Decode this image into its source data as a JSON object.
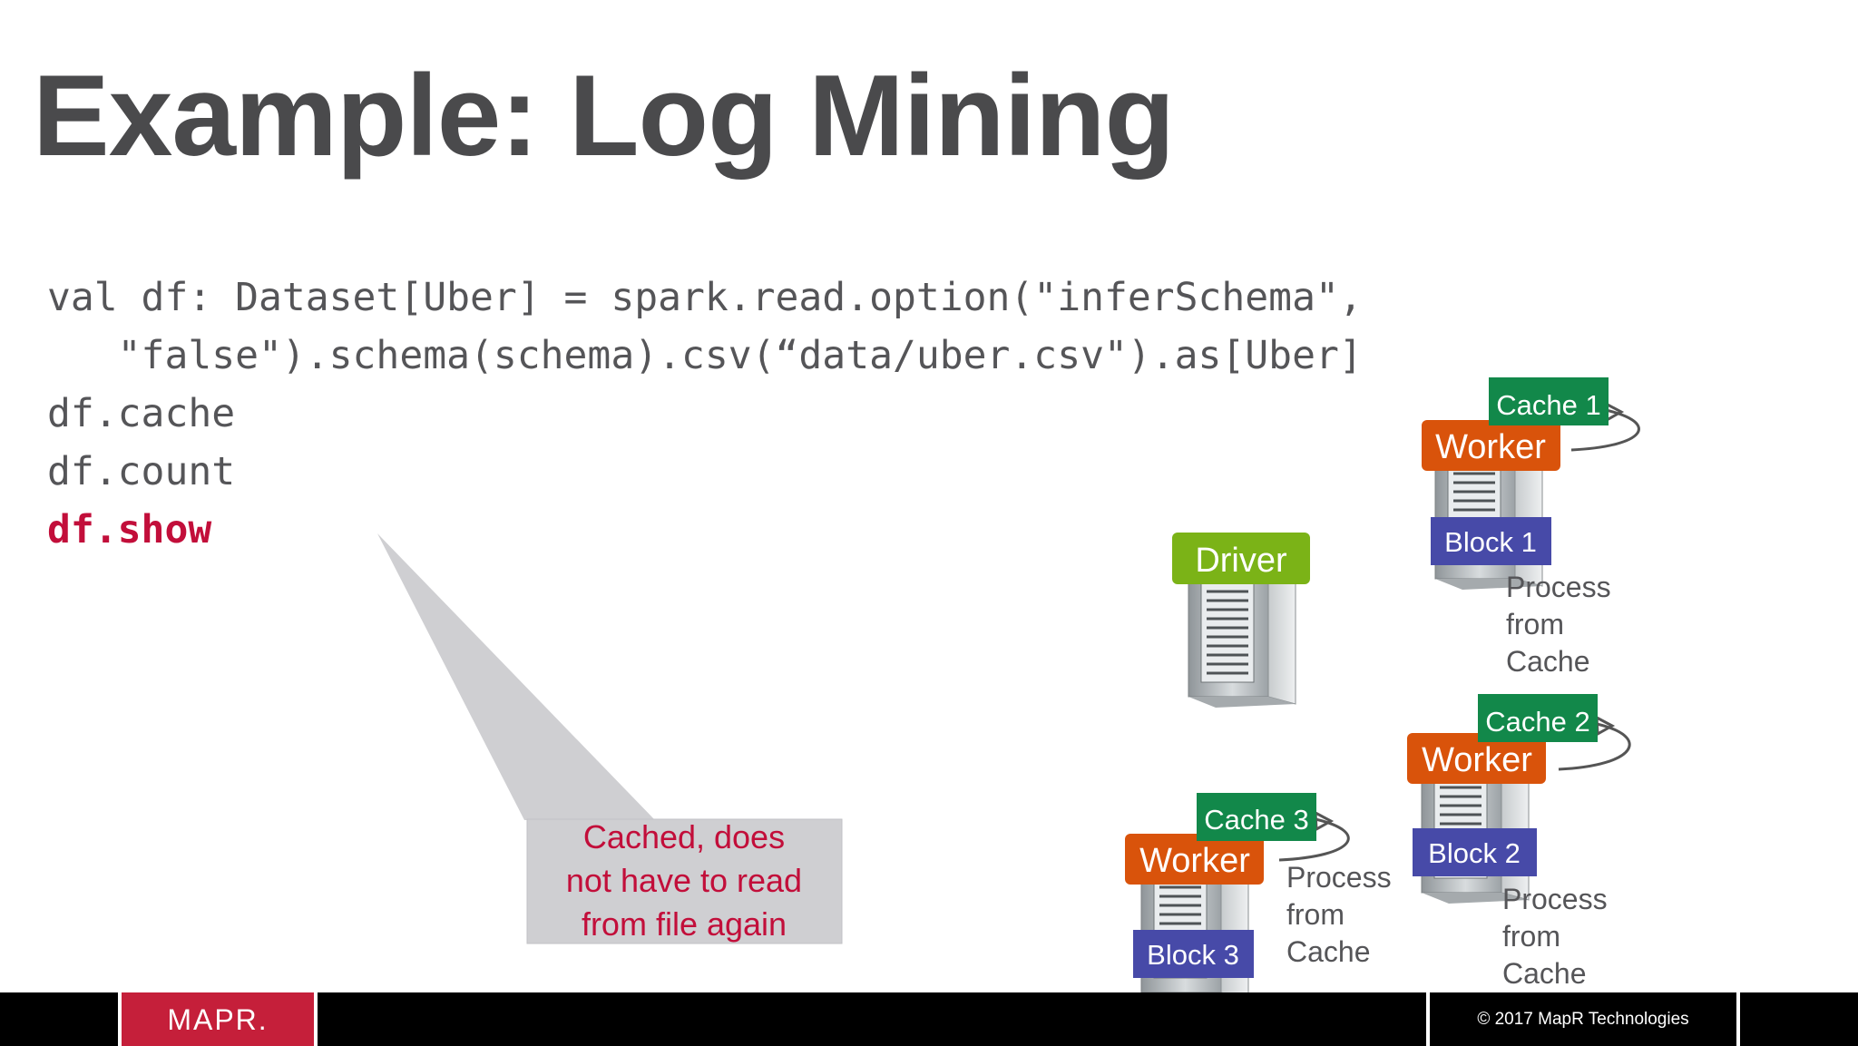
{
  "slide": {
    "title": "Example: Log Mining",
    "code_lines": [
      "val df: Dataset[Uber] = spark.read.option(\"inferSchema\",",
      "   \"false\").schema(schema).csv(“data/uber.csv\").as[Uber]",
      "df.cache",
      "df.count",
      "df.show"
    ],
    "callout": {
      "lines": [
        "Cached, does",
        "not have to read",
        "from file again"
      ]
    },
    "driver_label": "Driver",
    "workers": [
      {
        "worker_label": "Worker",
        "cache_label": "Cache 1",
        "block_label": "Block 1",
        "process_lines": [
          "Process",
          "from",
          "Cache"
        ]
      },
      {
        "worker_label": "Worker",
        "cache_label": "Cache 2",
        "block_label": "Block 2",
        "process_lines": [
          "Process",
          "from",
          "Cache"
        ]
      },
      {
        "worker_label": "Worker",
        "cache_label": "Cache 3",
        "block_label": "Block 3",
        "process_lines": [
          "Process",
          "from",
          "Cache"
        ]
      }
    ]
  },
  "footer": {
    "logo_text": "MAPR.",
    "copyright": "© 2017 MapR Technologies"
  },
  "colors": {
    "title": "#4a4a4c",
    "code": "#555558",
    "highlight": "#c20e3a",
    "driver": "#7bb317",
    "worker": "#d9530b",
    "cache": "#12884a",
    "block": "#474aa8",
    "logo": "#c51f3a"
  }
}
